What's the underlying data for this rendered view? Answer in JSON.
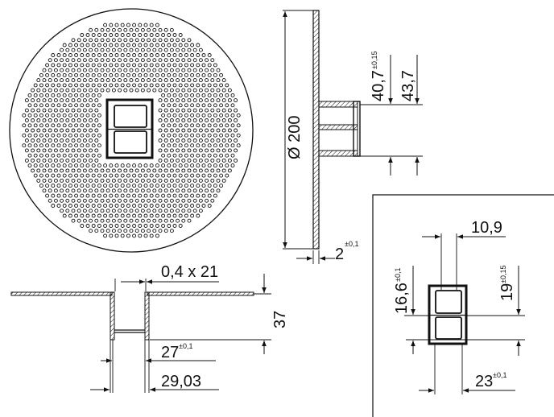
{
  "diagram": {
    "labels": {
      "diameter": "Ø 200",
      "depth_a": "40,7",
      "depth_a_tol": "±0,15",
      "depth_b": "43,7",
      "plate_thickness": "2",
      "plate_thickness_tol": "±0,1",
      "wall": "0,4 x 21",
      "height": "37",
      "inner_width": "27",
      "inner_width_tol": "±0,1",
      "outer_width": "29,03",
      "socket_width": "10,9",
      "socket_height_a": "16,6",
      "socket_height_a_tol": "±0,1",
      "socket_height_b": "19",
      "socket_height_b_tol": "±0,15",
      "socket_frame_width": "23",
      "socket_frame_width_tol": "±0,1"
    },
    "colors": {
      "line": "#111111",
      "background": "#ffffff"
    }
  }
}
